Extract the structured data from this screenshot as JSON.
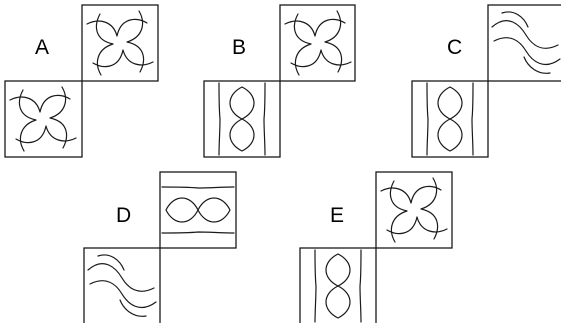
{
  "options": [
    {
      "label": "A",
      "top_pattern": "pinwheel",
      "bottom_pattern": "pinwheel"
    },
    {
      "label": "B",
      "top_pattern": "pinwheel",
      "bottom_pattern": "lens-vertical"
    },
    {
      "label": "C",
      "top_pattern": "s-wave",
      "bottom_pattern": "lens-vertical"
    },
    {
      "label": "D",
      "top_pattern": "lens-horizontal",
      "bottom_pattern": "s-wave"
    },
    {
      "label": "E",
      "top_pattern": "pinwheel",
      "bottom_pattern": "lens-vertical"
    }
  ],
  "colors": {
    "stroke": "#1a1a1a",
    "background": "#ffffff"
  }
}
